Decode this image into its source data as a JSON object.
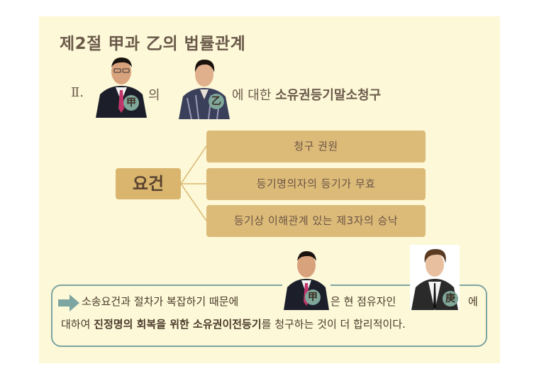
{
  "title": "제2절 甲과 乙의 법률관계",
  "section": {
    "roman": "Ⅱ.",
    "particle": "의",
    "suffix": "에 대한 ",
    "suffix_bold": "소유권등기말소청구",
    "badge_a": "甲",
    "badge_b": "乙"
  },
  "requirements": {
    "label": "요건",
    "items": [
      "청구 권원",
      "등기명의자의 등기가 무효",
      "등기상 이해관계 있는 제3자의 승낙"
    ]
  },
  "note": {
    "line1_pre": "소송요건과 절차가 복잡하기 때문에",
    "line1_mid": "은 현 점유자인",
    "line1_post": "에",
    "line2_pre": "대하여 ",
    "line2_bold": "진정명의 회복을 위한 소유권이전등기",
    "line2_post": "를 청구하는 것이 더 합리적이다.",
    "badge_a": "甲",
    "badge_c": "庚"
  },
  "colors": {
    "background": "#fdf8d8",
    "box": "#dcbb79",
    "accent": "#7da5a2"
  }
}
